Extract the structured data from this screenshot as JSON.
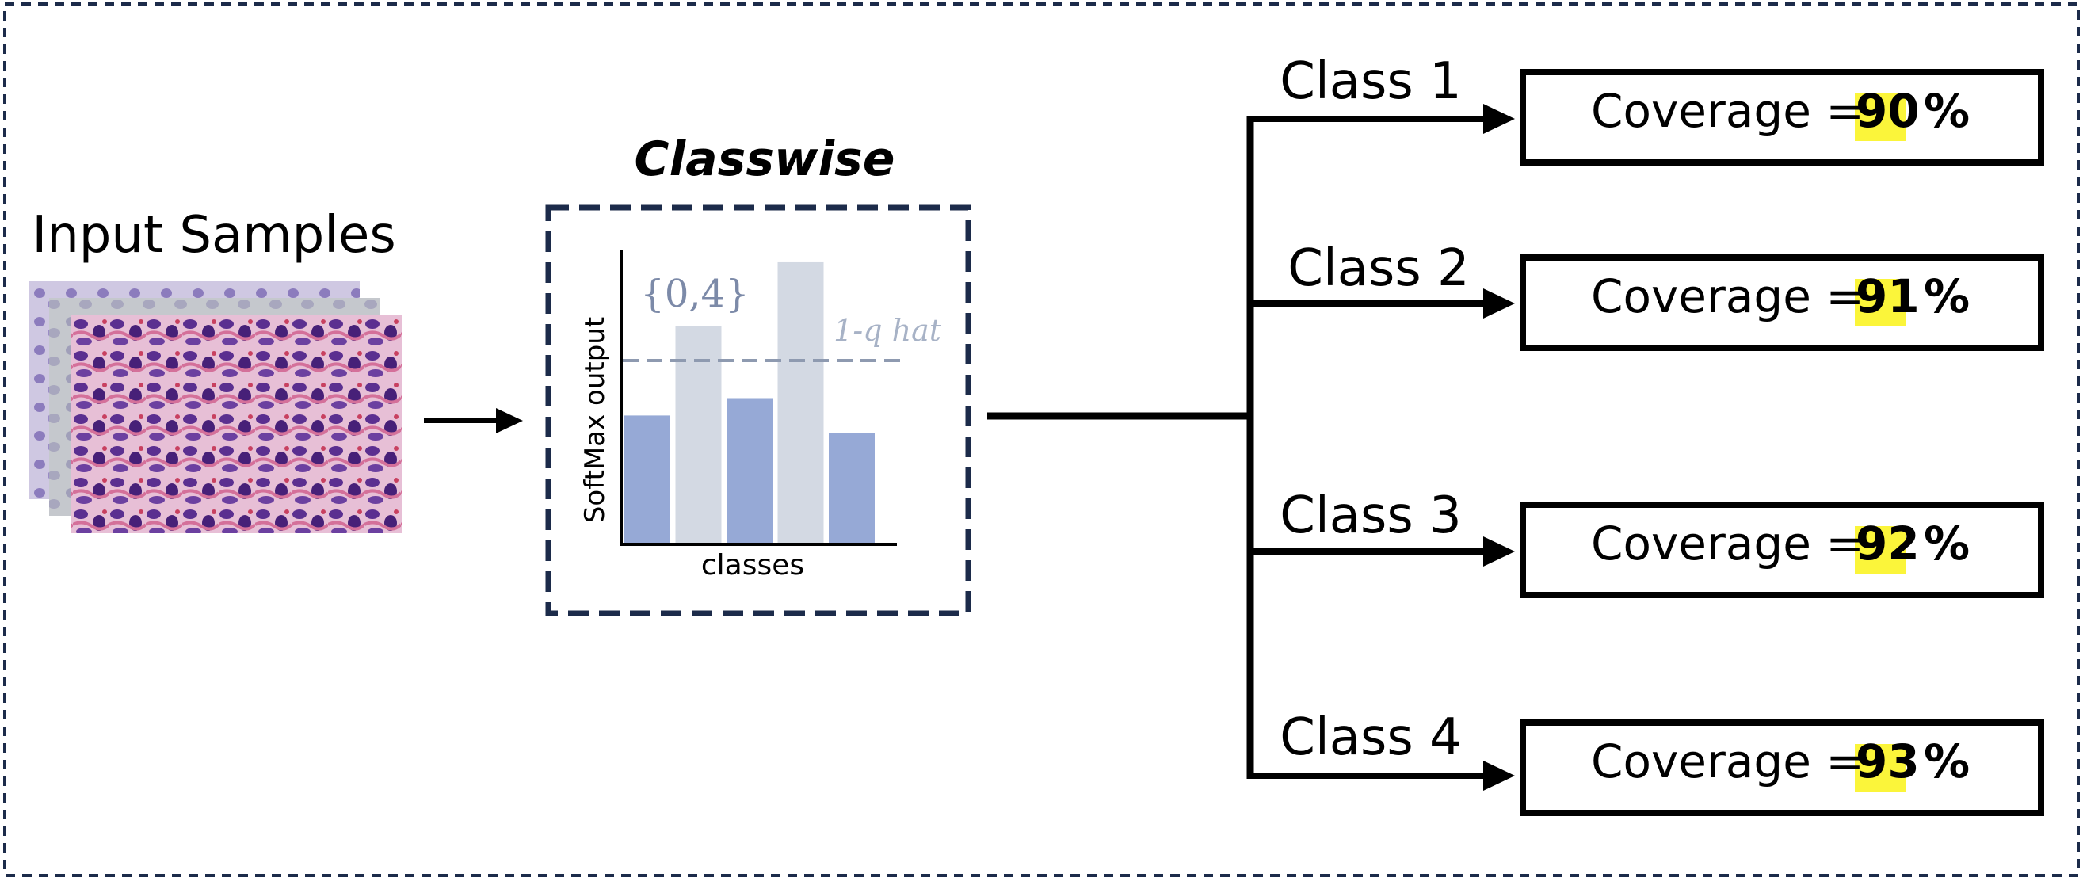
{
  "input": {
    "title": "Input Samples",
    "image_description": "stacked H&E histology image tiles"
  },
  "method": {
    "title": "Classwise",
    "chart": {
      "type": "bar",
      "ylabel": "SoftMax output",
      "xlabel": "classes",
      "set_label": "{0,4}",
      "threshold_label": "1-q hat",
      "bars": [
        {
          "value": 0.44,
          "included": false
        },
        {
          "value": 0.75,
          "included": true
        },
        {
          "value": 0.5,
          "included": false
        },
        {
          "value": 0.97,
          "included": true
        },
        {
          "value": 0.38,
          "included": false
        }
      ],
      "threshold": 0.63
    }
  },
  "outputs": [
    {
      "class_label": "Class 1",
      "coverage_prefix": "Coverage =",
      "coverage_value": "90",
      "coverage_unit": "%"
    },
    {
      "class_label": "Class 2",
      "coverage_prefix": "Coverage =",
      "coverage_value": "91",
      "coverage_unit": "%"
    },
    {
      "class_label": "Class 3",
      "coverage_prefix": "Coverage =",
      "coverage_value": "92",
      "coverage_unit": "%"
    },
    {
      "class_label": "Class 4",
      "coverage_prefix": "Coverage =",
      "coverage_value": "93",
      "coverage_unit": "%"
    }
  ],
  "colors": {
    "frame": "#1c2b4a",
    "bar_included": "#d3d9e3",
    "bar_excluded": "#96a9d6",
    "threshold": "#8e9ab0",
    "highlight": "#fbf53a"
  }
}
